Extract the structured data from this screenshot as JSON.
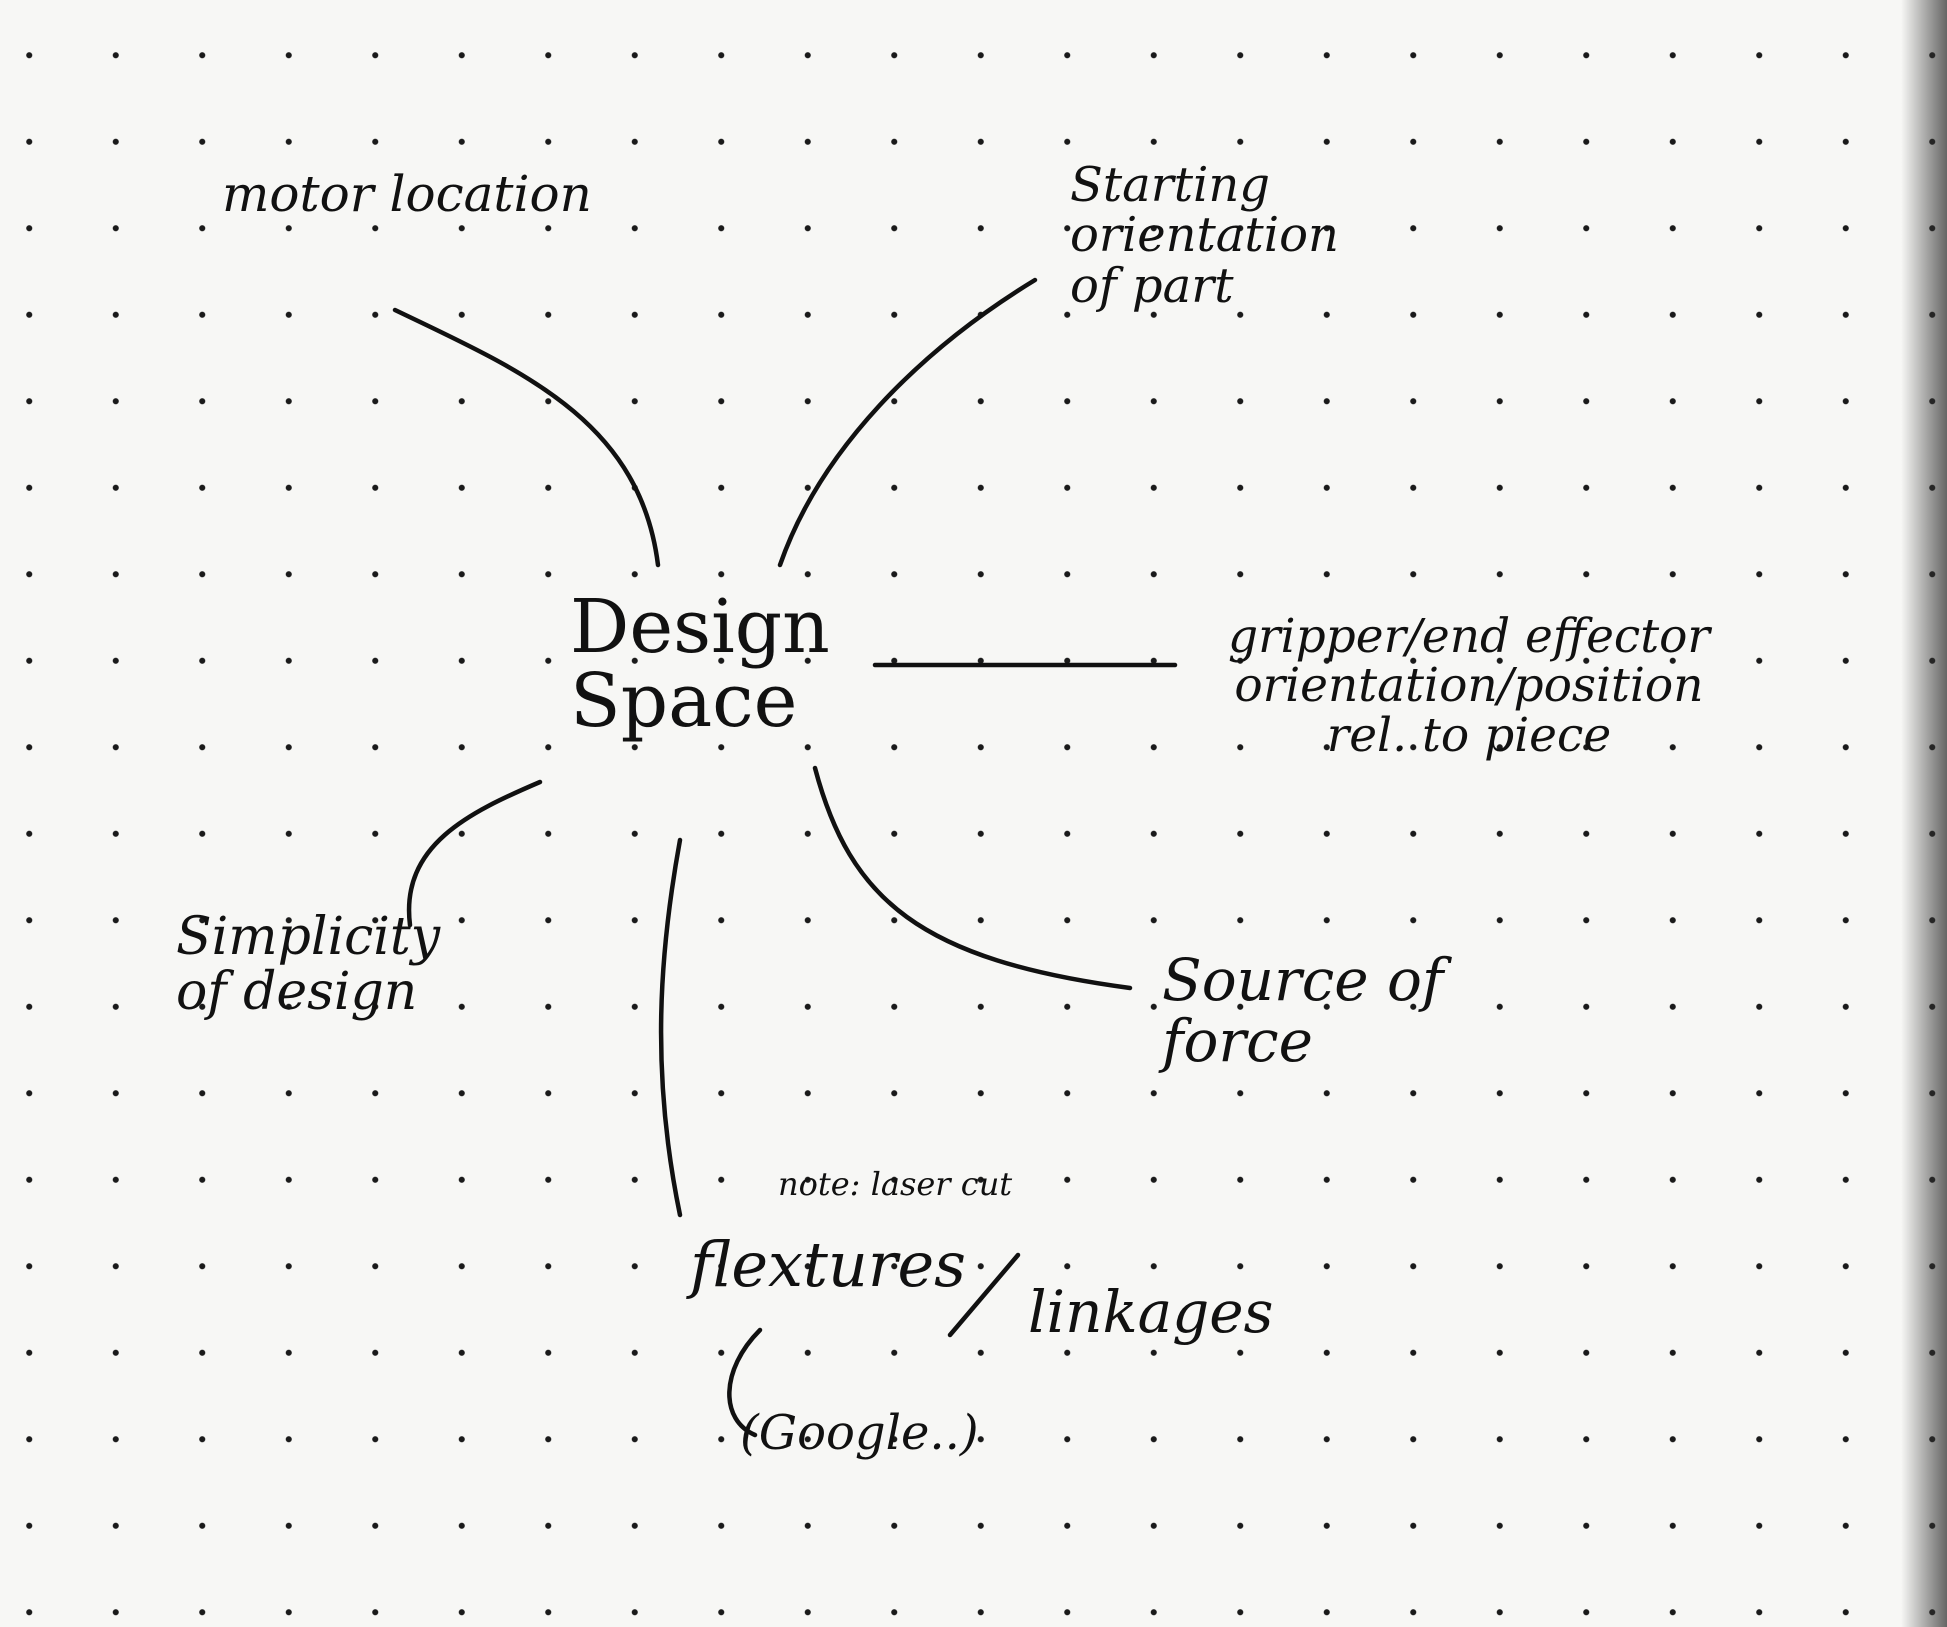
{
  "diagram": {
    "center": "Design\nSpace",
    "branches": [
      {
        "id": "motor",
        "text": "motor location"
      },
      {
        "id": "start",
        "text": "Starting\norientation\nof part"
      },
      {
        "id": "grip",
        "text": "gripper/end effector\norientation/position\nrel. to piece"
      },
      {
        "id": "force",
        "text": "Source of\nforce"
      },
      {
        "id": "simp",
        "text": "Simplicity\nof design"
      },
      {
        "id": "note",
        "text": "note: laser cut"
      },
      {
        "id": "flex",
        "text": "flextures"
      },
      {
        "id": "link",
        "text": "linkages"
      },
      {
        "id": "goog",
        "text": "(Google..)"
      }
    ]
  }
}
